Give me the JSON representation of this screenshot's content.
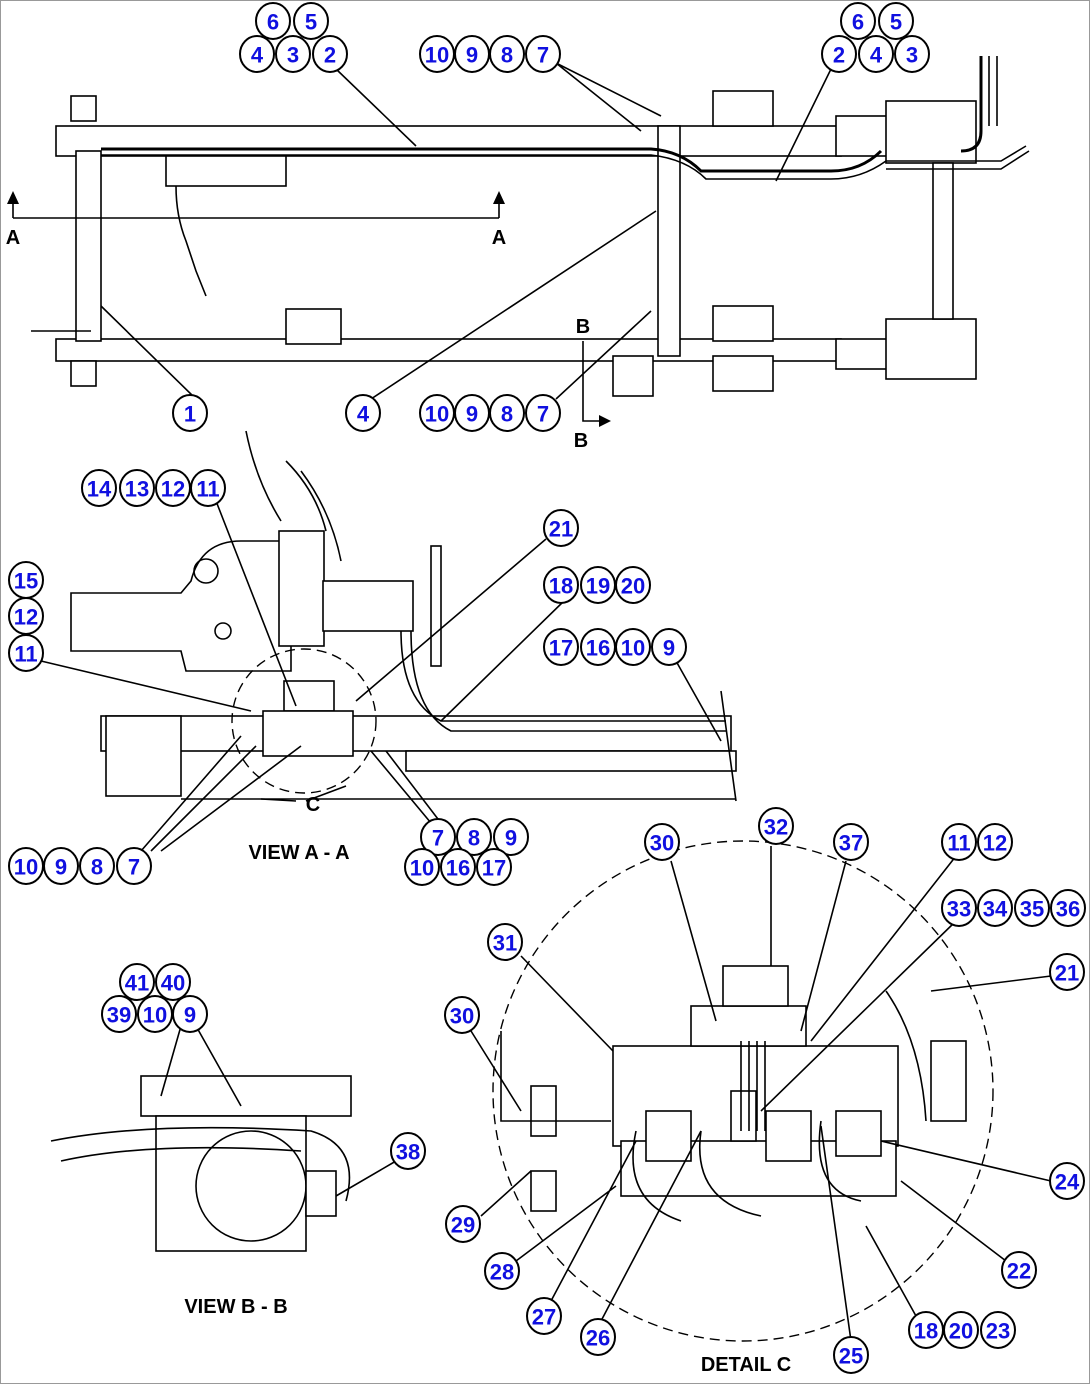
{
  "views": {
    "section_a_left": "A",
    "section_a_right": "A",
    "section_b_top": "B",
    "section_b_bottom": "B",
    "view_a_title": "VIEW A - A",
    "detail_c_marker": "C",
    "view_b_title": "VIEW B - B",
    "detail_c_title": "DETAIL C"
  },
  "callouts": [
    "6",
    "5",
    "4",
    "3",
    "2",
    "10",
    "9",
    "8",
    "7",
    "6",
    "5",
    "2",
    "4",
    "3",
    "1",
    "4",
    "10",
    "9",
    "8",
    "7",
    "14",
    "13",
    "12",
    "11",
    "21",
    "18",
    "19",
    "20",
    "17",
    "16",
    "10",
    "9",
    "15",
    "12",
    "11",
    "10",
    "9",
    "8",
    "7",
    "7",
    "8",
    "9",
    "10",
    "16",
    "17",
    "30",
    "32",
    "37",
    "11",
    "12",
    "33",
    "34",
    "35",
    "36",
    "31",
    "21",
    "30",
    "24",
    "29",
    "22",
    "28",
    "27",
    "26",
    "18",
    "20",
    "23",
    "25",
    "41",
    "40",
    "39",
    "10",
    "9",
    "38"
  ],
  "colors": {
    "callout_text": "#1010e0",
    "line": "#000000"
  }
}
